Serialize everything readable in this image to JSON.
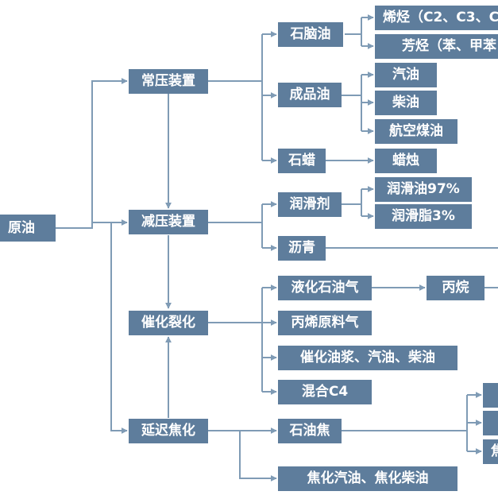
{
  "nodes": {
    "crude_oil": "原油",
    "atmospheric_unit": "常压装置",
    "vacuum_unit": "减压装置",
    "catalytic_cracking": "催化裂化",
    "delayed_coking": "延迟焦化",
    "naphtha": "石脑油",
    "finished_oil": "成品油",
    "paraffin_wax": "石蜡",
    "olefins": "烯烃（C2、C3、C",
    "aromatics": "芳烃（苯、甲苯",
    "gasoline": "汽油",
    "diesel": "柴油",
    "jet_fuel": "航空煤油",
    "candle": "蜡烛",
    "lubricant": "润滑剂",
    "lube_oil": "润滑油97%",
    "grease": "润滑脂3%",
    "asphalt": "沥青",
    "lpg": "液化石油气",
    "propane": "丙烷",
    "propylene_feed_gas": "丙烯原料气",
    "fcc_products": "催化油浆、汽油、柴油",
    "mixed_c4": "混合C4",
    "petroleum_coke": "石油焦",
    "coker_products": "焦化汽油、焦化柴油",
    "coke_item_3": "焦"
  },
  "colors": {
    "node_fill": "#5e7d9c",
    "node_text": "#ffffff",
    "connector": "#7f9bb5"
  }
}
